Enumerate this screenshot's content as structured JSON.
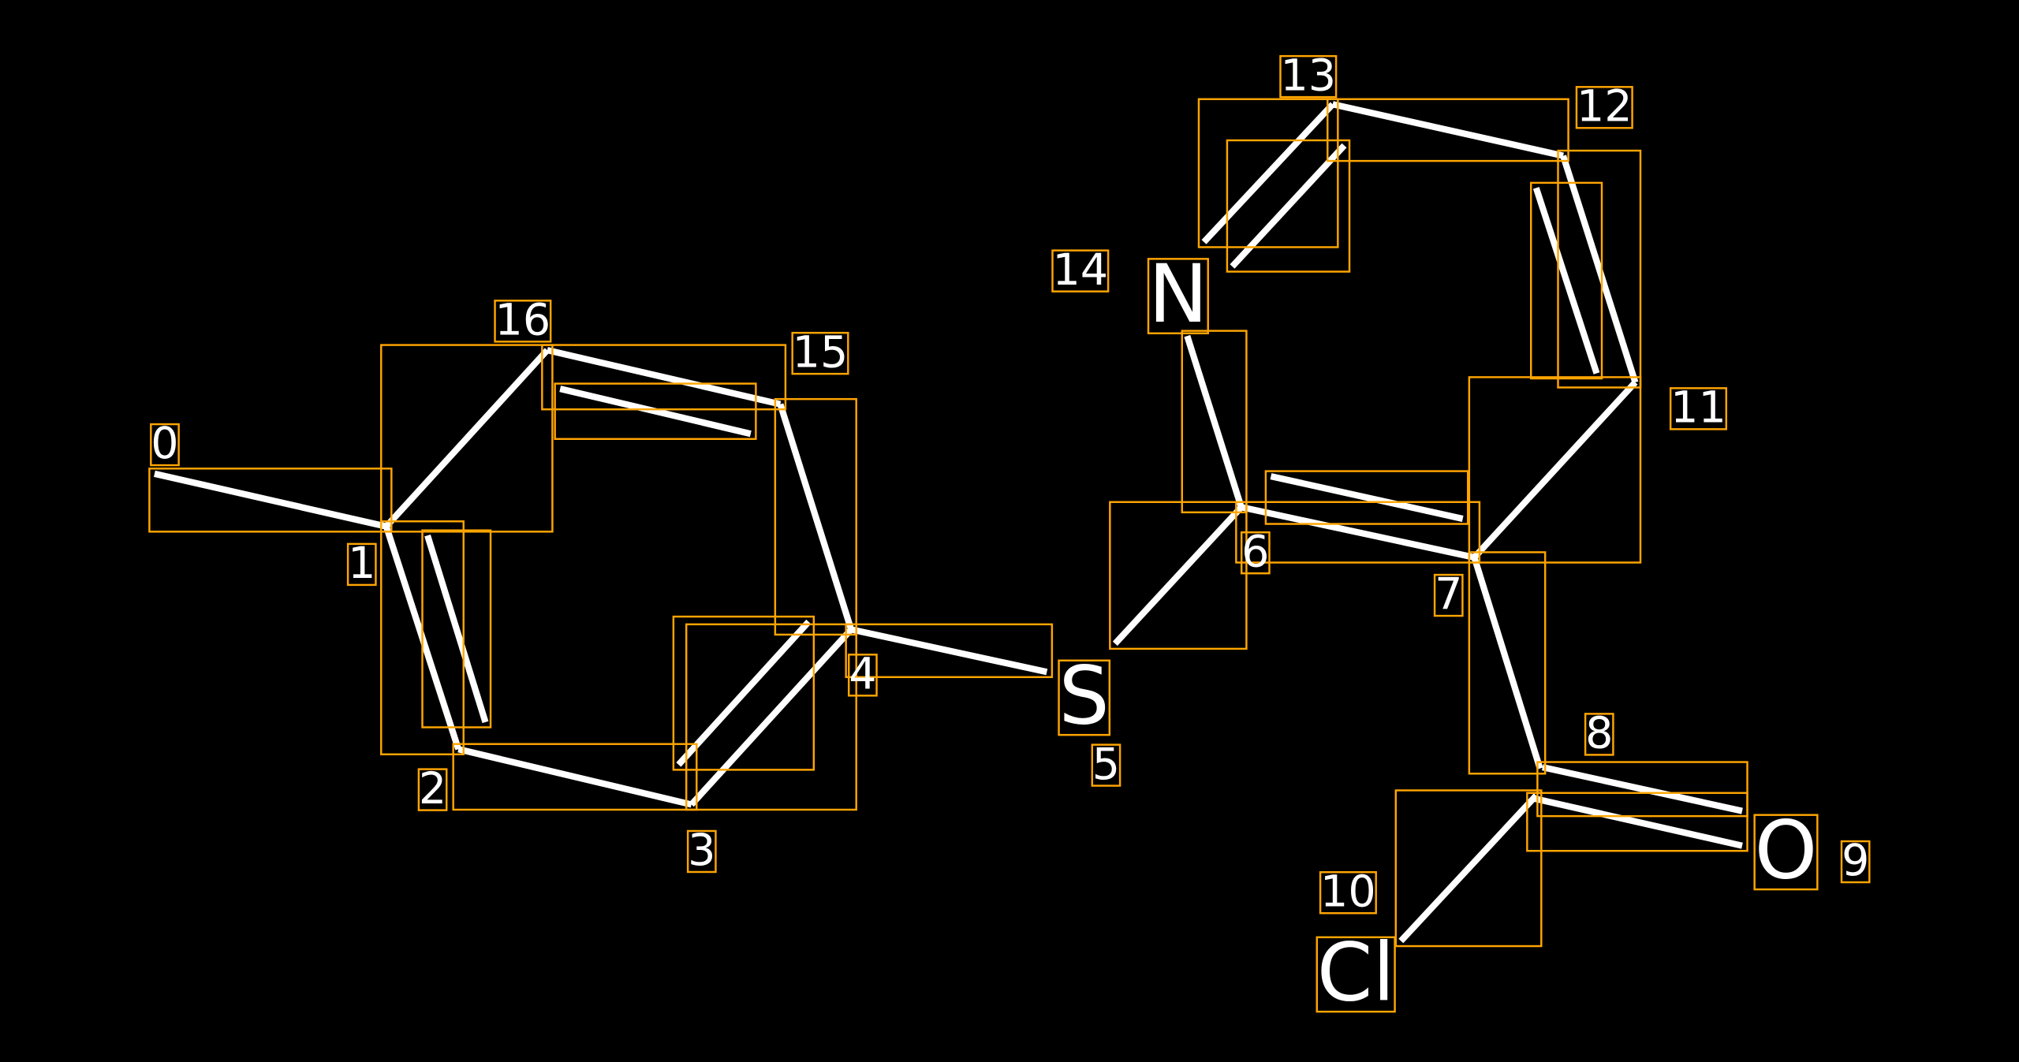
{
  "title": "Molecule diagram with atom indices",
  "colors": {
    "background": "#000000",
    "bond": "#ffffff",
    "box": "#ffa500",
    "text": "#ffffff"
  },
  "atoms": [
    {
      "index": "0",
      "symbol": ""
    },
    {
      "index": "1",
      "symbol": ""
    },
    {
      "index": "2",
      "symbol": ""
    },
    {
      "index": "3",
      "symbol": ""
    },
    {
      "index": "4",
      "symbol": ""
    },
    {
      "index": "5",
      "symbol": "S"
    },
    {
      "index": "6",
      "symbol": ""
    },
    {
      "index": "7",
      "symbol": ""
    },
    {
      "index": "8",
      "symbol": ""
    },
    {
      "index": "9",
      "symbol": "O"
    },
    {
      "index": "10",
      "symbol": "Cl"
    },
    {
      "index": "11",
      "symbol": ""
    },
    {
      "index": "12",
      "symbol": ""
    },
    {
      "index": "13",
      "symbol": ""
    },
    {
      "index": "14",
      "symbol": "N"
    },
    {
      "index": "15",
      "symbol": ""
    },
    {
      "index": "16",
      "symbol": ""
    }
  ],
  "bonds": [
    {
      "from": 0,
      "to": 1,
      "order": 1
    },
    {
      "from": 1,
      "to": 16,
      "order": 1
    },
    {
      "from": 16,
      "to": 15,
      "order": 2
    },
    {
      "from": 15,
      "to": 4,
      "order": 1
    },
    {
      "from": 4,
      "to": 3,
      "order": 2
    },
    {
      "from": 3,
      "to": 2,
      "order": 1
    },
    {
      "from": 2,
      "to": 1,
      "order": 2
    },
    {
      "from": 4,
      "to": 5,
      "order": 1
    },
    {
      "from": 5,
      "to": 6,
      "order": 1
    },
    {
      "from": 6,
      "to": 14,
      "order": 1
    },
    {
      "from": 14,
      "to": 13,
      "order": 2
    },
    {
      "from": 13,
      "to": 12,
      "order": 1
    },
    {
      "from": 12,
      "to": 11,
      "order": 2
    },
    {
      "from": 11,
      "to": 7,
      "order": 1
    },
    {
      "from": 7,
      "to": 6,
      "order": 2
    },
    {
      "from": 7,
      "to": 8,
      "order": 1
    },
    {
      "from": 8,
      "to": 9,
      "order": 2
    },
    {
      "from": 8,
      "to": 10,
      "order": 1
    }
  ]
}
